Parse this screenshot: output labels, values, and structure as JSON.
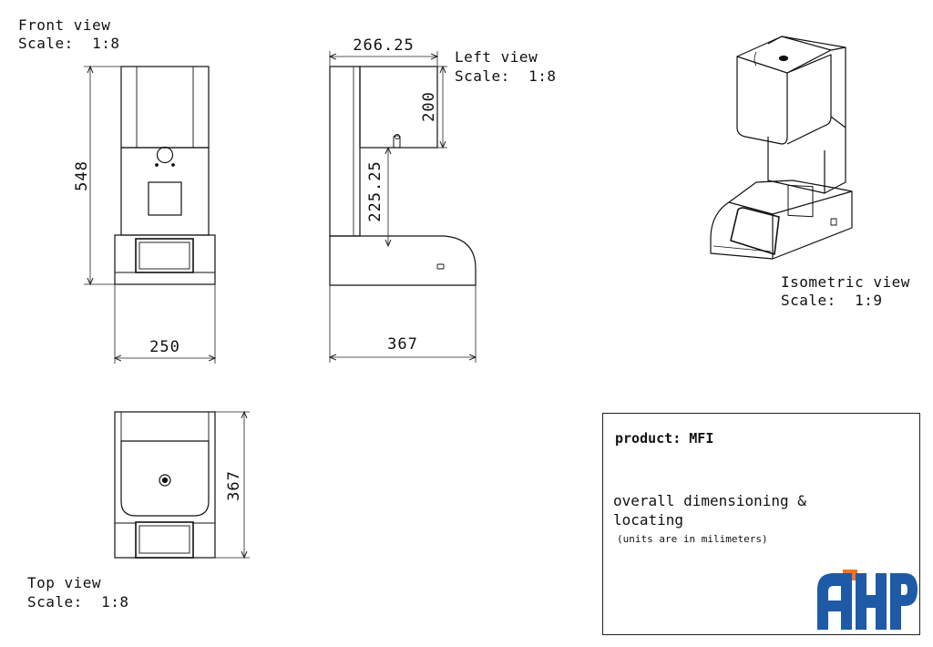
{
  "views": {
    "front": {
      "name": "Front view",
      "scale": "Scale:  1:8"
    },
    "left": {
      "name": "Left view",
      "scale": "Scale:  1:8"
    },
    "isometric": {
      "name": "Isometric view",
      "scale": "Scale:  1:9"
    },
    "top": {
      "name": "Top view",
      "scale": "Scale:  1:8"
    }
  },
  "dimensions": {
    "front_height": "548",
    "front_width": "250",
    "left_head_width": "266.25",
    "left_head_height": "200",
    "left_column_height": "225.25",
    "left_depth": "367",
    "top_depth": "367"
  },
  "title_block": {
    "product": "product: MFI",
    "description_line1": "overall dimensioning &",
    "description_line2": "locating",
    "units_note": "(units are in milimeters)",
    "logo_text": "AHP",
    "logo_colors": {
      "blue": "#1f5aa6",
      "orange": "#e8772e"
    }
  }
}
